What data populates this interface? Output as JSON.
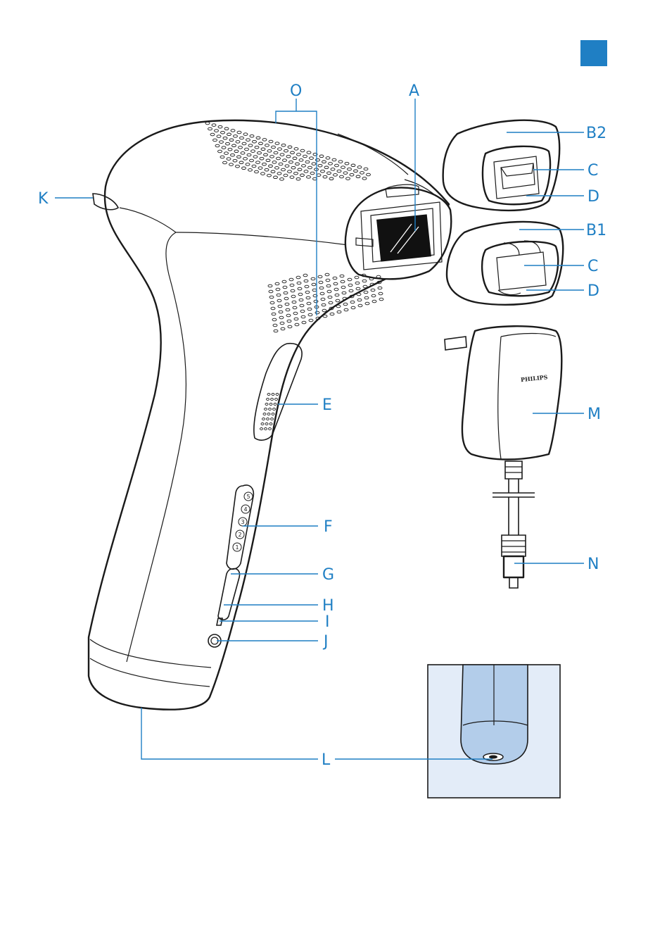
{
  "colors": {
    "accent": "#1f7fc4",
    "corner_marker": "#1f7fc4",
    "inset_background": "#e3ecf8",
    "inset_tube": "#b3cdea",
    "line": "#1a1a1a"
  },
  "labels": {
    "O": "O",
    "A": "A",
    "B2": "B2",
    "C1": "C",
    "D1": "D",
    "K": "K",
    "B1": "B1",
    "C2": "C",
    "D2": "D",
    "E": "E",
    "M": "M",
    "F": "F",
    "N": "N",
    "G": "G",
    "H": "H",
    "I": "I",
    "J": "J",
    "L": "L"
  },
  "adapter": {
    "brand": "PHILIPS"
  },
  "intensity_levels": [
    "5",
    "4",
    "3",
    "2",
    "1"
  ]
}
